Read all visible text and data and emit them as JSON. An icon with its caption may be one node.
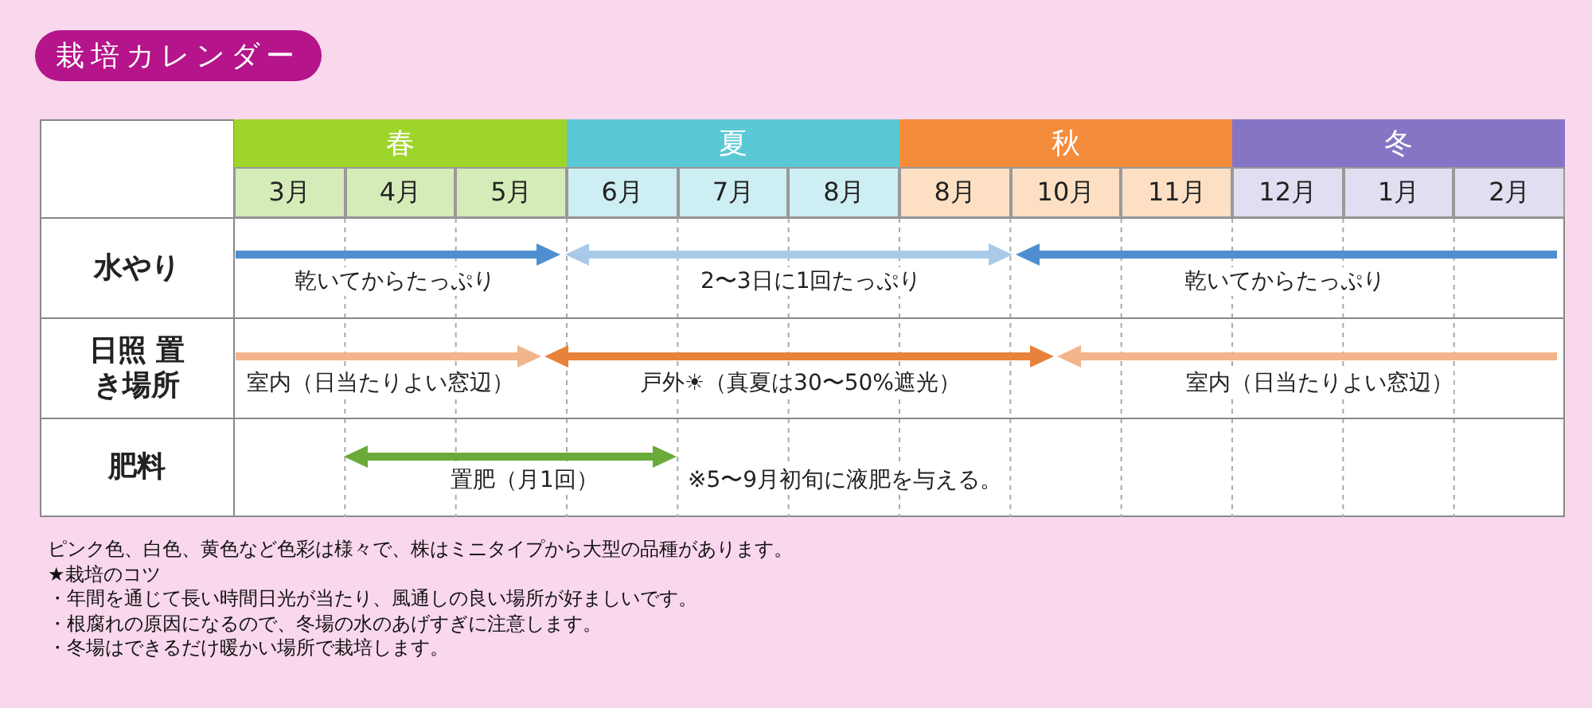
{
  "diagram": {
    "title": "栽培カレンダー",
    "labels": [
      "春",
      "夏",
      "秋",
      "冬",
      "3月",
      "4月",
      "5月",
      "6月",
      "7月",
      "8月",
      "8月",
      "10月",
      "11月",
      "12月",
      "1月",
      "2月",
      "水やり",
      "日照 置き場所",
      "肥料",
      "乾いてからたっぷり",
      "2〜3日に1回たっぷり",
      "乾いてからたっぷり",
      "室内（日当たりよい窓辺）",
      "戸外☀（真夏は30〜50%遮光）",
      "室内（日当たりよい窓辺）",
      "置肥（月1回）",
      "※5〜9月初旬に液肥を与える。",
      "ピンク色、白色、黄色など色彩は様々で、株はミニタイプから大型の品種があります。",
      "★栽培のコツ",
      "・年間を通じて長い時間日光が当たり、風通しの良い場所が好ましいです。",
      "・根腐れの原因になるので、冬場の水のあげすぎに注意します。",
      "・冬場はできるだけ暖かい場所で栽培します。"
    ]
  }
}
